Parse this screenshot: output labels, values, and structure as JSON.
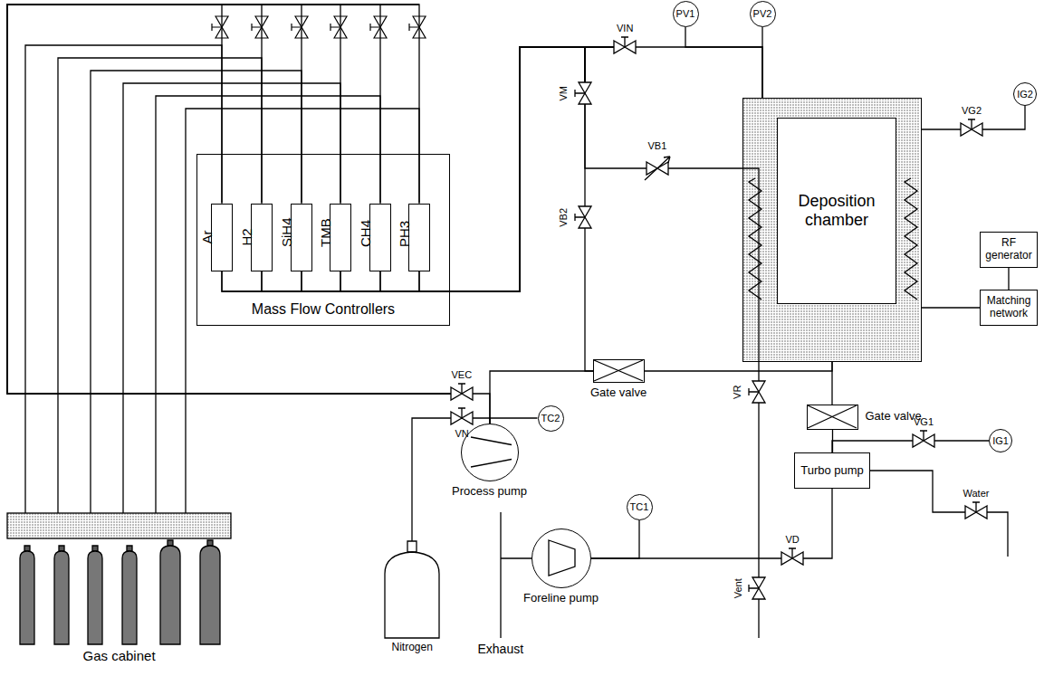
{
  "diagram": {
    "nodes": [
      {
        "text": [
          "Mass Flow Controllers"
        ]
      },
      {
        "text": [
          "Ar"
        ],
        "in": 0
      },
      {
        "text": [
          "H2"
        ],
        "in": 0
      },
      {
        "text": [
          "SiH4"
        ],
        "in": 0
      },
      {
        "text": [
          "TMB"
        ],
        "in": 0
      },
      {
        "text": [
          "CH4"
        ],
        "in": 0
      },
      {
        "text": [
          "PH3"
        ],
        "in": 0
      },
      {
        "text": [
          "Gas cabinet"
        ]
      },
      {
        "text": [
          "Deposition chamber"
        ]
      },
      {
        "text": [
          "RF generator"
        ]
      },
      {
        "text": [
          "Matching network"
        ]
      },
      {
        "text": [
          "Gate valve"
        ]
      },
      {
        "text": [
          "Gate valve"
        ]
      },
      {
        "text": [
          "Turbo pump"
        ]
      },
      {
        "text": [
          "Process pump"
        ]
      },
      {
        "text": [
          "Foreline pump"
        ]
      },
      {
        "text": [
          "Nitrogen"
        ]
      },
      {
        "text": [
          "PV1"
        ]
      },
      {
        "text": [
          "PV2"
        ]
      },
      {
        "text": [
          "IG2"
        ]
      },
      {
        "text": [
          "IG1"
        ]
      },
      {
        "text": [
          "TC1"
        ]
      },
      {
        "text": [
          "TC2"
        ]
      },
      {
        "text": [
          "VIN"
        ]
      },
      {
        "text": [
          "VM"
        ]
      },
      {
        "text": [
          "VB1"
        ]
      },
      {
        "text": [
          "VB2"
        ]
      },
      {
        "text": [
          "VEC"
        ]
      },
      {
        "text": [
          "VN"
        ]
      },
      {
        "text": [
          "VR"
        ]
      },
      {
        "text": [
          "VD"
        ]
      },
      {
        "text": [
          "Vent"
        ]
      },
      {
        "text": [
          "VG1"
        ]
      },
      {
        "text": [
          "VG2"
        ]
      },
      {
        "text": [
          "Water"
        ]
      }
    ],
    "edges": [
      {
        "from": 1,
        "to": 23,
        "arrow": "none"
      },
      {
        "from": 2,
        "to": 23,
        "arrow": "none"
      },
      {
        "from": 3,
        "to": 23,
        "arrow": "none"
      },
      {
        "from": 4,
        "to": 23,
        "arrow": "none"
      },
      {
        "from": 5,
        "to": 23,
        "arrow": "none"
      },
      {
        "from": 6,
        "to": 23,
        "arrow": "none"
      },
      {
        "from": 1,
        "to": 24,
        "arrow": "none"
      },
      {
        "from": 2,
        "to": 24,
        "arrow": "none"
      },
      {
        "from": 3,
        "to": 24,
        "arrow": "none"
      },
      {
        "from": 4,
        "to": 24,
        "arrow": "none"
      },
      {
        "from": 5,
        "to": 24,
        "arrow": "none"
      },
      {
        "from": 6,
        "to": 24,
        "arrow": "none"
      },
      {
        "from": 7,
        "to": 1,
        "arrow": "none"
      },
      {
        "from": 7,
        "to": 2,
        "arrow": "none"
      },
      {
        "from": 7,
        "to": 3,
        "arrow": "none"
      },
      {
        "from": 7,
        "to": 4,
        "arrow": "none"
      },
      {
        "from": 7,
        "to": 5,
        "arrow": "none"
      },
      {
        "from": 7,
        "to": 6,
        "arrow": "none"
      },
      {
        "from": 1,
        "to": 27,
        "arrow": "none"
      },
      {
        "from": 2,
        "to": 27,
        "arrow": "none"
      },
      {
        "from": 3,
        "to": 27,
        "arrow": "none"
      },
      {
        "from": 4,
        "to": 27,
        "arrow": "none"
      },
      {
        "from": 5,
        "to": 27,
        "arrow": "none"
      },
      {
        "from": 6,
        "to": 27,
        "arrow": "none"
      },
      {
        "from": 23,
        "to": 8,
        "arrow": "none"
      },
      {
        "from": 17,
        "to": 8,
        "arrow": "none"
      },
      {
        "from": 18,
        "to": 8,
        "arrow": "none"
      },
      {
        "from": 24,
        "to": 25,
        "arrow": "none"
      },
      {
        "from": 24,
        "to": 26,
        "arrow": "none"
      },
      {
        "from": 25,
        "to": 29,
        "arrow": "none"
      },
      {
        "from": 29,
        "to": 31,
        "arrow": "none"
      },
      {
        "from": 26,
        "to": 11,
        "arrow": "none"
      },
      {
        "from": 14,
        "to": 11,
        "arrow": "none"
      },
      {
        "from": 27,
        "to": 14,
        "arrow": "none"
      },
      {
        "from": 11,
        "to": 8,
        "arrow": "none"
      },
      {
        "from": 8,
        "to": 12,
        "arrow": "none"
      },
      {
        "from": 12,
        "to": 13,
        "arrow": "none"
      },
      {
        "from": 13,
        "to": 32,
        "arrow": "none"
      },
      {
        "from": 32,
        "to": 20,
        "arrow": "none"
      },
      {
        "from": 13,
        "to": 34,
        "arrow": "none"
      },
      {
        "from": 13,
        "to": 30,
        "arrow": "none"
      },
      {
        "from": 30,
        "to": 15,
        "arrow": "none"
      },
      {
        "from": 21,
        "to": 15,
        "arrow": "none"
      },
      {
        "from": 22,
        "to": 14,
        "arrow": "none"
      },
      {
        "from": 28,
        "to": 14,
        "arrow": "none"
      },
      {
        "from": 16,
        "to": 28,
        "arrow": "none"
      },
      {
        "from": 8,
        "to": 33,
        "arrow": "none"
      },
      {
        "from": 33,
        "to": 19,
        "arrow": "none"
      },
      {
        "from": 9,
        "to": 10,
        "arrow": "none"
      },
      {
        "from": 10,
        "to": 8,
        "arrow": "none"
      }
    ],
    "labels": [
      "Exhaust"
    ]
  }
}
